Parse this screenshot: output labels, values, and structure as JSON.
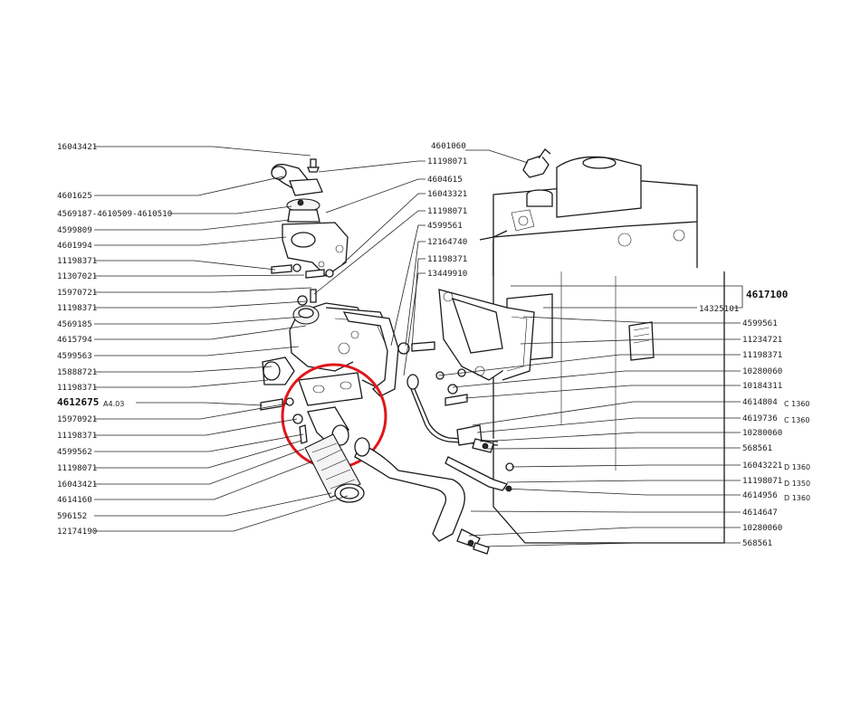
{
  "labels_left": [
    "16043421",
    "4601625",
    "4569187-4610509-4610510",
    "4599809",
    "4601994",
    "11198371",
    "11307021",
    "15970721",
    "11198371",
    "4569185",
    "4615794",
    "4599563",
    "15888721",
    "11198371",
    "4612675",
    "15970921",
    "11198371",
    "4599562",
    "11198071",
    "16043421",
    "4614160",
    "596152",
    "12174190"
  ],
  "label_left_note": "A4.03",
  "labels_center": [
    "11198071",
    "4604615",
    "16043321",
    "11198071",
    "4599561",
    "12164740",
    "11198371",
    "13449910",
    "4601060"
  ],
  "label_assembly": "4617100",
  "label_assembly_sub": "14325101",
  "labels_right": [
    "4599561",
    "11234721",
    "11198371",
    "10280060",
    "10184311",
    "4614804",
    "4619736",
    "10280060",
    "568561",
    "16043221",
    "11198071",
    "4614956",
    "4614647",
    "10280060",
    "568561"
  ],
  "right_notes": {
    "n1": "C 1360",
    "n2": "C 1360",
    "n3": "D 1360",
    "n4": "D 1350",
    "n5": "D 1360"
  },
  "highlight_color": "#e0161b"
}
